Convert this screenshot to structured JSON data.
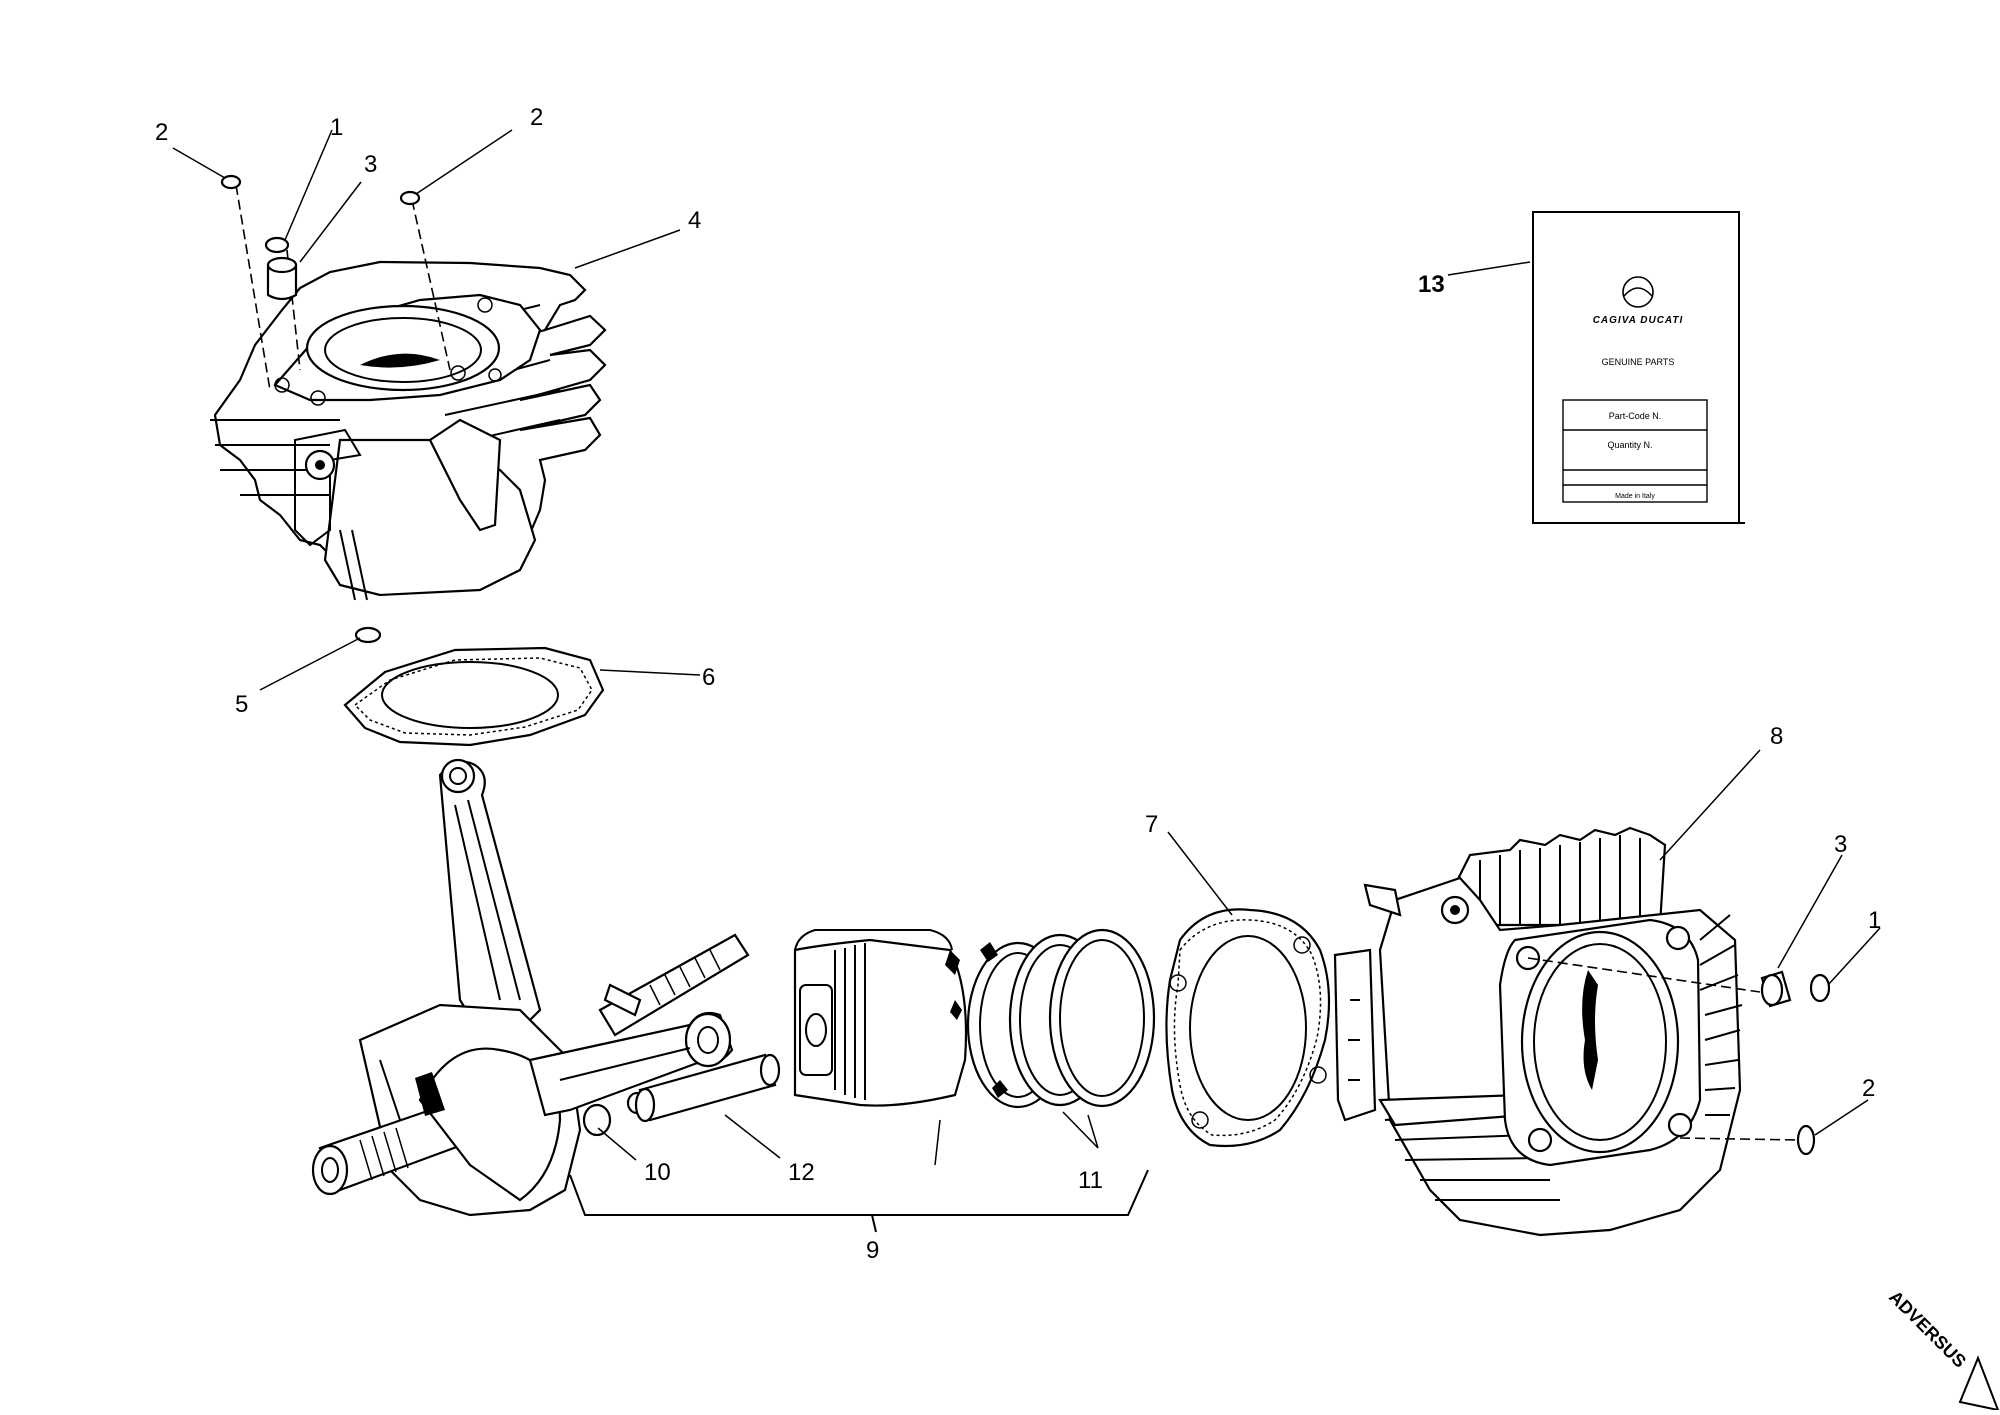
{
  "callouts": {
    "c1_top": "1",
    "c2_top_left": "2",
    "c2_top_right": "2",
    "c3_top": "3",
    "c4": "4",
    "c5": "5",
    "c6": "6",
    "c7": "7",
    "c8": "8",
    "c3_right": "3",
    "c1_right": "1",
    "c2_right": "2",
    "c9": "9",
    "c10": "10",
    "c11": "11",
    "c12": "12",
    "c13": "13"
  },
  "leaflet": {
    "brand": "CAGIVA DUCATI",
    "subtitle": "GENUINE PARTS",
    "field_code": "Part-Code N.",
    "field_qty": "Quantity N.",
    "footer": "Made in Italy"
  },
  "watermark": "ADVERSUS",
  "icons": [
    "cylinder-head-icon",
    "cylinder-icon",
    "crankshaft-icon",
    "piston-icon",
    "piston-ring-icon",
    "gasket-icon",
    "dowel-icon",
    "o-ring-icon",
    "leaflet-icon",
    "triangle-logo-icon"
  ]
}
